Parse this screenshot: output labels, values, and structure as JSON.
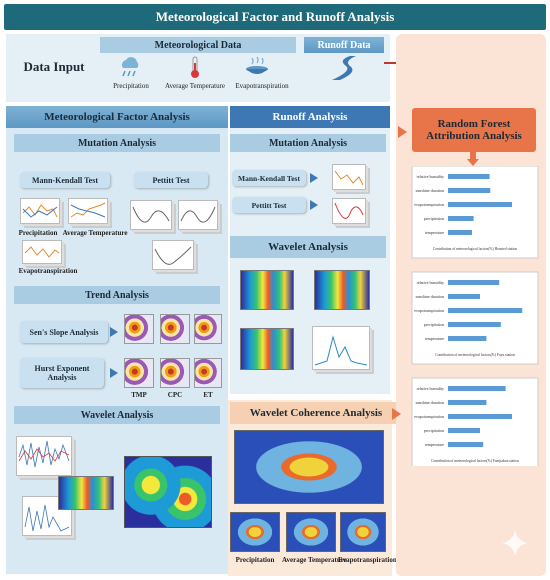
{
  "title": "Meteorological Factor and Runoff Analysis",
  "data_input": {
    "label": "Data Input",
    "meteo_header": "Meteorological Data",
    "runoff_header": "Runoff Data",
    "items": [
      "Precipitation",
      "Average Temperature",
      "Evapotranspiration"
    ]
  },
  "meteo_section": {
    "header": "Meteorological Factor Analysis",
    "mutation": "Mutation Analysis",
    "mk_test": "Mann-Kendall Test",
    "pettitt": "Pettitt Test",
    "mk_labels": [
      "Precipitation",
      "Average Temperature",
      "Evapotranspiration"
    ],
    "trend": "Trend Analysis",
    "sens": "Sen's Slope Analysis",
    "hurst": "Hurst Exponent Analysis",
    "map_labels": [
      "TMP",
      "CPC",
      "ET"
    ],
    "wavelet": "Wavelet Analysis"
  },
  "runoff_section": {
    "header": "Runoff Analysis",
    "mutation": "Mutation Analysis",
    "mk_test": "Mann-Kendall Test",
    "pettitt": "Pettitt Test",
    "wavelet": "Wavelet Analysis"
  },
  "coherence": {
    "header": "Wavelet Coherence Analysis",
    "labels": [
      "Precipitation",
      "Average Temperature",
      "Evapotranspiration"
    ]
  },
  "rf": {
    "header": "Random Forest Attribution Analysis",
    "factors": [
      "relative humidity",
      "sunshine duration",
      "evapotranspiration",
      "precipitation",
      "temperature"
    ],
    "captions": [
      "Contribution of meteorological factors(%) Honsted station",
      "Contribution of meteorological factors(%) Fuyu station",
      "Contribution of meteorological factors(%) Fuerjiakou station"
    ],
    "charts": [
      {
        "values": [
          0.13,
          0.132,
          0.2,
          0.08,
          0.075
        ]
      },
      {
        "values": [
          0.16,
          0.1,
          0.232,
          0.165,
          0.12
        ]
      },
      {
        "values": [
          0.18,
          0.12,
          0.2,
          0.1,
          0.11
        ]
      }
    ]
  }
}
